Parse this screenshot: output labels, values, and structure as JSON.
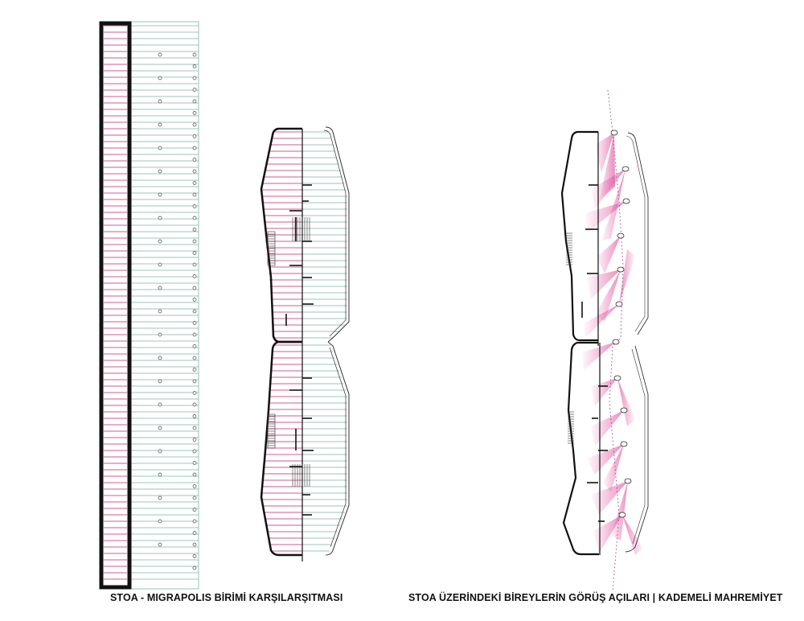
{
  "captions": {
    "left": "STOA - MIGRAPOLIS BİRİMİ KARŞILARŞITMASI",
    "right": "STOA ÜZERİNDEKİ BİREYLERİN GÖRÜŞ AÇILARI | KADEMELİ MAHREMİYET"
  },
  "colors": {
    "magenta": "#c2256e",
    "teal": "#7fb3a8",
    "outline": "#111111",
    "view_cone": "#e0489a"
  },
  "panels": [
    {
      "name": "stoa-unit-comparison",
      "caption_key": "left"
    },
    {
      "name": "view-angles-privacy",
      "caption_key": "right"
    }
  ]
}
